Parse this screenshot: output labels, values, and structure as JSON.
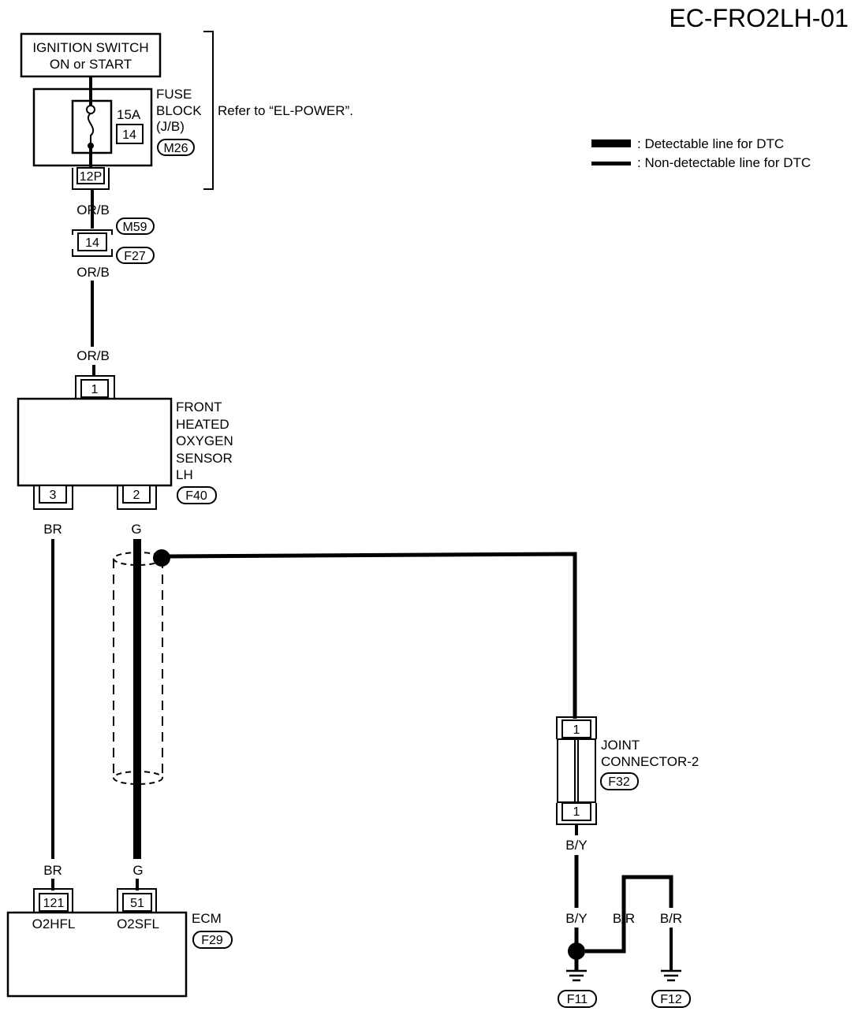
{
  "diagram_id": "EC-FRO2LH-01",
  "legend": {
    "detectable": ": Detectable line for DTC",
    "non_detectable": ": Non-detectable line for DTC"
  },
  "ignition_switch": {
    "line1": "IGNITION SWITCH",
    "line2": "ON or START"
  },
  "fuse_block": {
    "line1": "FUSE",
    "line2": "BLOCK",
    "line3": "(J/B)",
    "rating": "15A",
    "fuse_no": "14",
    "connector": "M26",
    "terminal": "12P",
    "note": "Refer to “EL-POWER”."
  },
  "inline_connector": {
    "pin": "14",
    "upper": "M59",
    "lower": "F27"
  },
  "wires": {
    "orb_1": "OR/B",
    "orb_2": "OR/B",
    "orb_3": "OR/B",
    "br_top": "BR",
    "g_top": "G",
    "br_bottom": "BR",
    "g_bottom": "G",
    "by_1": "B/Y",
    "by_2": "B/Y",
    "br_1": "B/R",
    "br_2": "B/R"
  },
  "sensor": {
    "line1": "FRONT",
    "line2": "HEATED",
    "line3": "OXYGEN",
    "line4": "SENSOR",
    "line5": "LH",
    "connector": "F40",
    "pin_top": "1",
    "pin_left": "3",
    "pin_right": "2"
  },
  "joint": {
    "line1": "JOINT",
    "line2": "CONNECTOR-2",
    "connector": "F32",
    "pin_top": "1",
    "pin_bottom": "1"
  },
  "ecm": {
    "label": "ECM",
    "connector": "F29",
    "pin_left": "121",
    "pin_right": "51",
    "term_left": "O2HFL",
    "term_right": "O2SFL"
  },
  "grounds": {
    "left": "F11",
    "right": "F12"
  }
}
